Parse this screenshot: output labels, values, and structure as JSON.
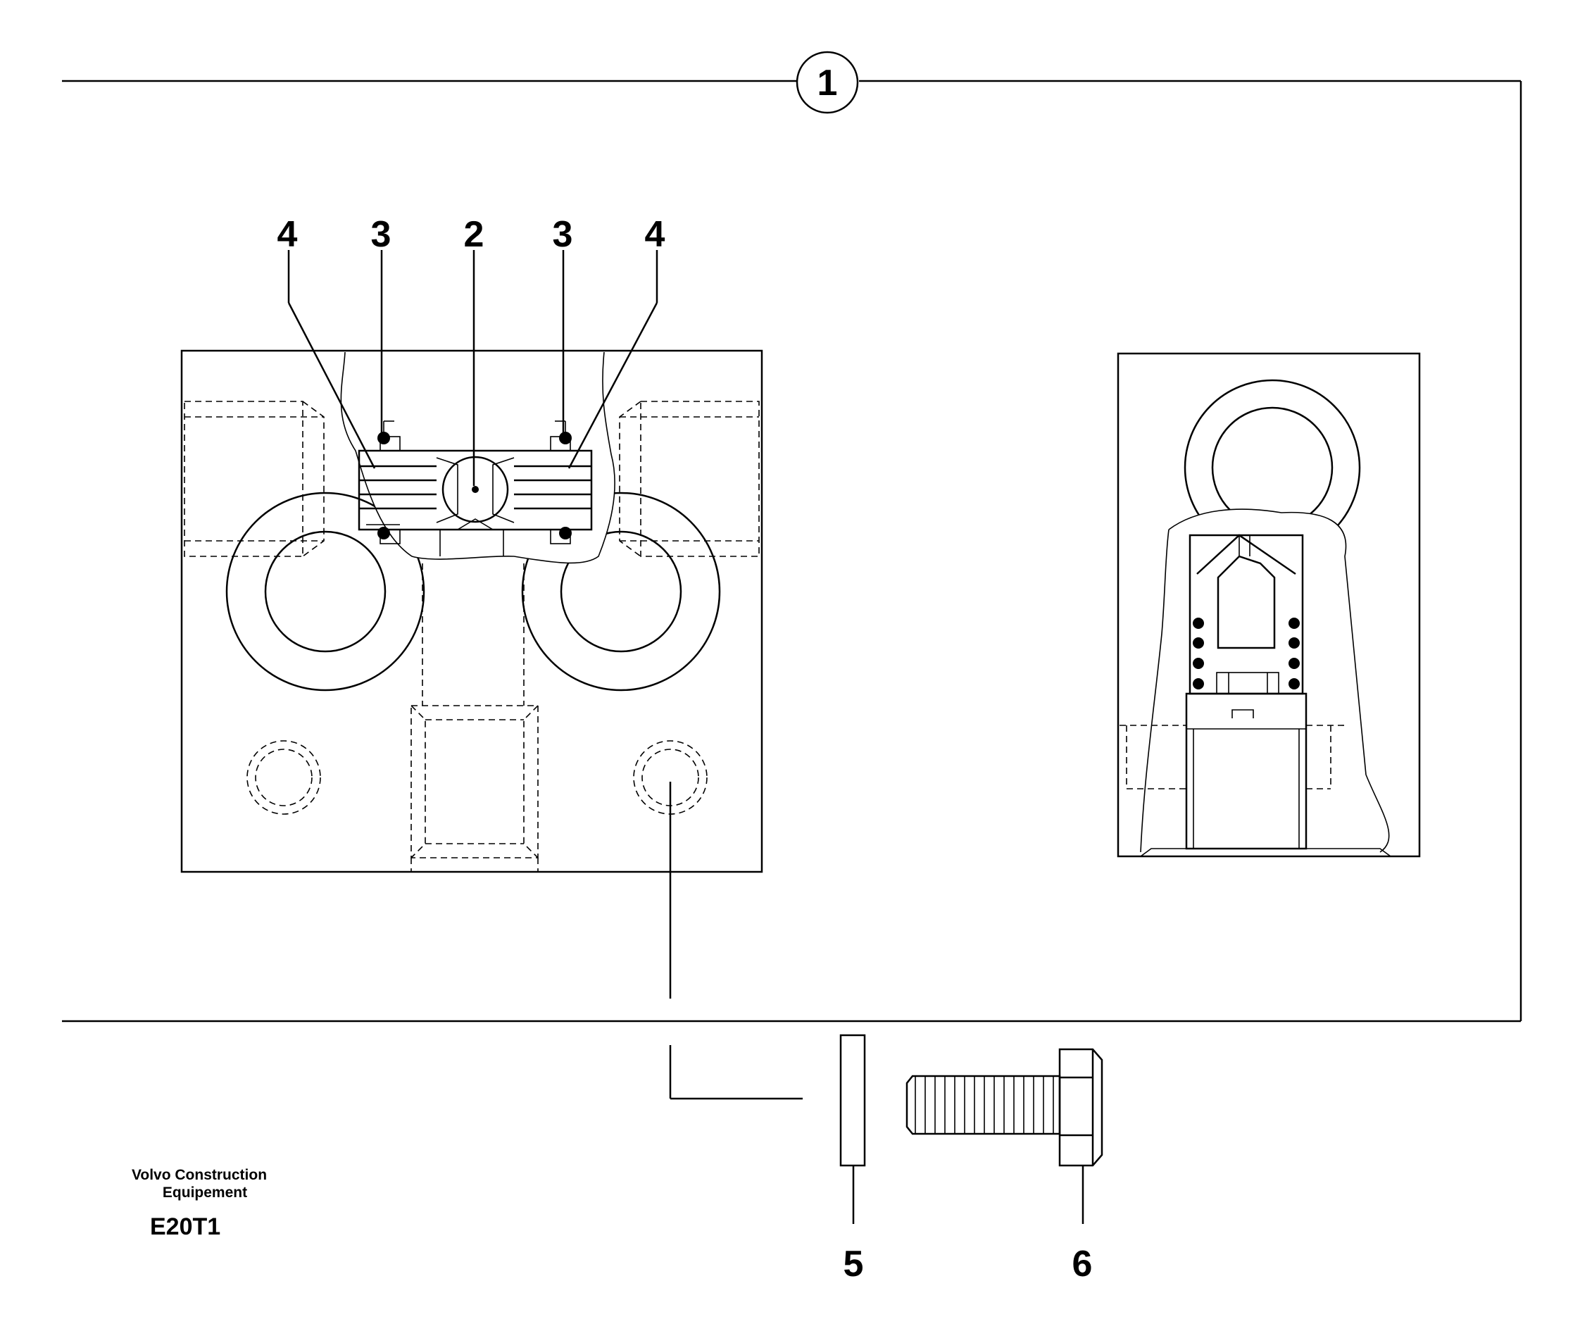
{
  "assembly_label": "1",
  "callouts": {
    "c4_left": "4",
    "c3_left": "3",
    "c2": "2",
    "c3_right": "3",
    "c4_right": "4",
    "c5": "5",
    "c6": "6"
  },
  "brand": {
    "line1": "Volvo Construction",
    "line2": "Equipement"
  },
  "drawing_code": "E20T1"
}
